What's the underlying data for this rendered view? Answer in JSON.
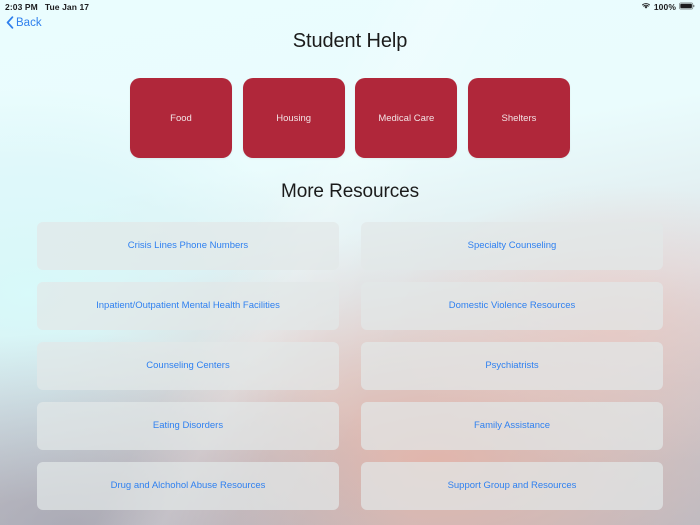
{
  "status_bar": {
    "time": "2:03 PM",
    "date": "Tue Jan 17",
    "wifi_icon": "wifi-icon",
    "battery_percent": "100%",
    "battery_icon": "battery-full-icon"
  },
  "nav": {
    "back_label": "Back",
    "back_icon": "chevron-left-icon"
  },
  "header": {
    "title": "Student Help"
  },
  "categories": {
    "accent_color": "#b0273a",
    "items": [
      {
        "label": "Food"
      },
      {
        "label": "Housing"
      },
      {
        "label": "Medical Care"
      },
      {
        "label": "Shelters"
      }
    ]
  },
  "more_resources": {
    "section_title": "More Resources",
    "link_color": "#2f80f0",
    "card_color": "#e2e8e7",
    "items": [
      {
        "label": "Crisis Lines Phone Numbers"
      },
      {
        "label": "Specialty Counseling"
      },
      {
        "label": "Inpatient/Outpatient Mental Health Facilities"
      },
      {
        "label": "Domestic Violence Resources"
      },
      {
        "label": "Counseling Centers"
      },
      {
        "label": "Psychiatrists"
      },
      {
        "label": "Eating Disorders"
      },
      {
        "label": "Family Assistance"
      },
      {
        "label": "Drug and Alchohol Abuse Resources"
      },
      {
        "label": "Support Group and Resources"
      }
    ]
  }
}
